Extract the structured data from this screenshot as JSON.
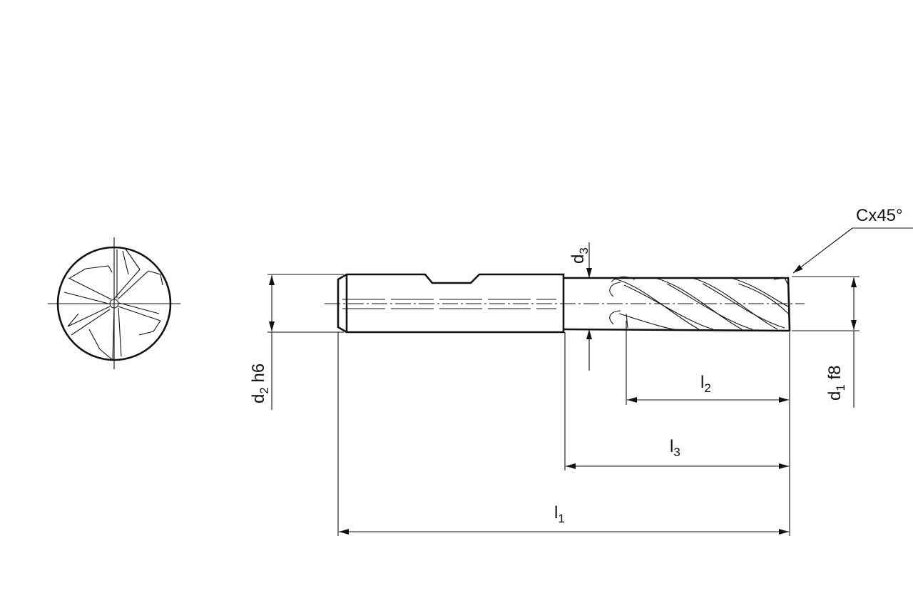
{
  "drawing": {
    "chamfer_label": "Cx45°",
    "d3": {
      "main": "d",
      "sub": "3"
    },
    "d2": {
      "main": "d",
      "sub": "2",
      "tol": " h6"
    },
    "d1": {
      "main": "d",
      "sub": "1",
      "tol": " f8"
    },
    "l2": {
      "main": "l",
      "sub": "2"
    },
    "l3": {
      "main": "l",
      "sub": "3"
    },
    "l1": {
      "main": "l",
      "sub": "1"
    }
  },
  "colors": {
    "line": "#111111",
    "background": "#ffffff"
  }
}
